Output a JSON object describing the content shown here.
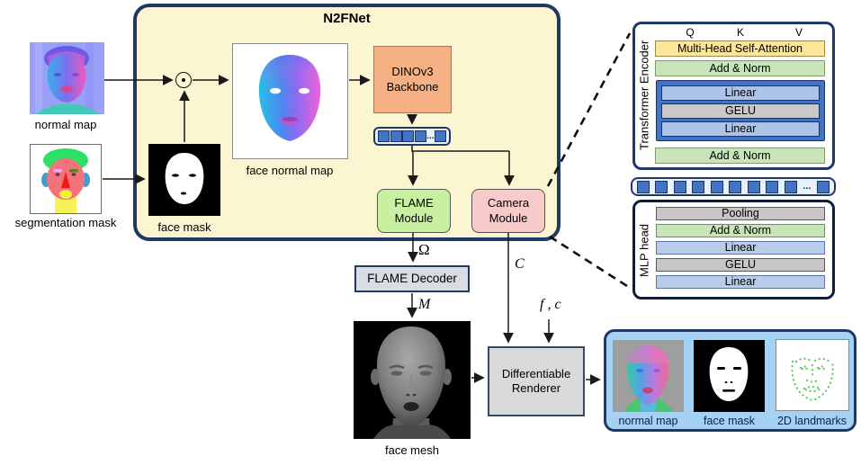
{
  "n2fnet": {
    "title": "N2FNet",
    "backbone": "DINOv3 Backbone",
    "flame_module": "FLAME Module",
    "camera_module": "Camera Module",
    "token_ellipsis": "..."
  },
  "inputs": {
    "normal_map": "normal map",
    "segmentation_mask": "segmentation mask",
    "face_mask": "face mask",
    "face_normal_map": "face normal map"
  },
  "transformer_encoder": {
    "label": "Transformer Encoder",
    "q": "Q",
    "k": "K",
    "v": "V",
    "rows": [
      "Multi-Head Self-Attention",
      "Add & Norm",
      "Linear",
      "GELU",
      "Linear",
      "Add & Norm"
    ]
  },
  "token_strip": {
    "ellipsis": "..."
  },
  "mlp_head": {
    "label": "MLP head",
    "rows": [
      "Pooling",
      "Add & Norm",
      "Linear",
      "GELU",
      "Linear"
    ]
  },
  "pipeline": {
    "flame_decoder": "FLAME Decoder",
    "face_mesh": "face mesh",
    "renderer": "Differentiable Renderer"
  },
  "symbols": {
    "omega": "Ω",
    "m": "M",
    "c": "C",
    "f_c": "f , c"
  },
  "outputs": {
    "normal_map": "normal map",
    "face_mask": "face mask",
    "landmarks": "2D landmarks"
  },
  "colors": {
    "panel_yellow": "#FBF5D2",
    "navy_border": "#1F3864",
    "backbone_orange": "#F5B183",
    "flame_green": "#C9F0A1",
    "camera_pink": "#F8CBCB",
    "attention_yellow": "#FFE598",
    "add_norm_green": "#C8E4B8",
    "ffn_blue": "#4472C4",
    "linear_blue": "#AEC3E8",
    "gelu_gray": "#C9C9C9",
    "mlp_linear_blue": "#B9CDE9",
    "pooling_gray": "#C6C6C6",
    "decoder_gray": "#D9DCE3",
    "renderer_gray": "#D9D9D9",
    "output_panel_blue": "#A5D1F4",
    "token_blue": "#4472C4",
    "landmark_green": "#55CC55"
  }
}
